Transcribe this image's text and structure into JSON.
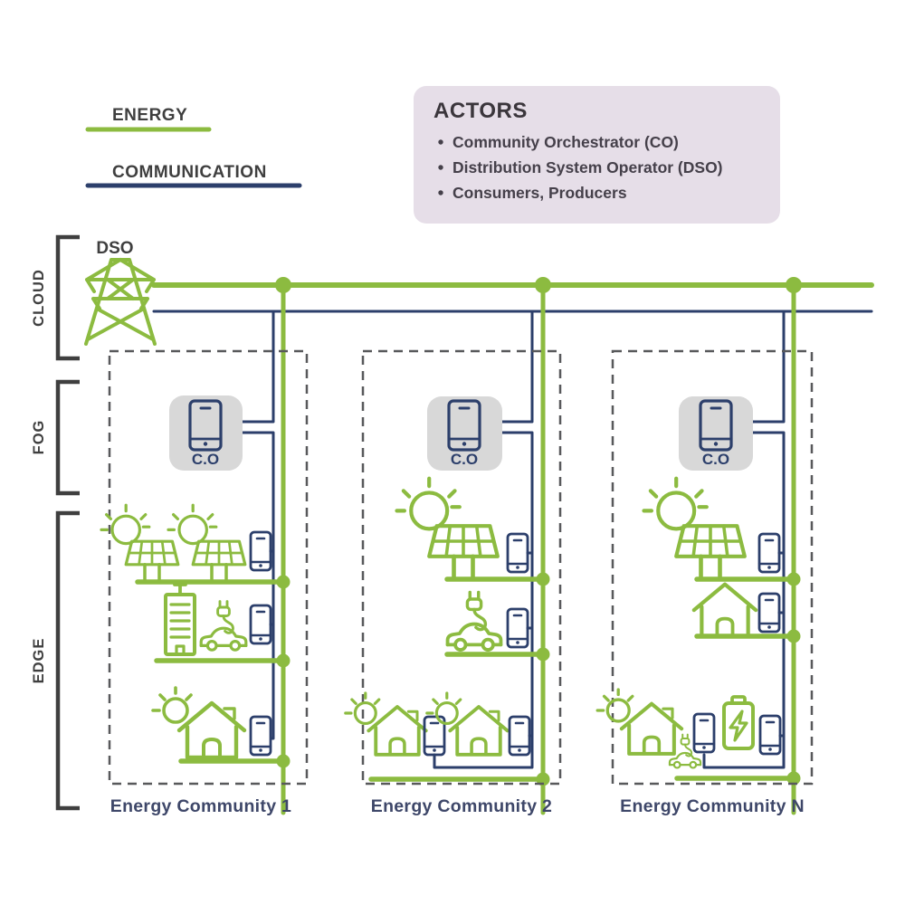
{
  "legend": {
    "energy_label": "ENERGY",
    "communication_label": "COMMUNICATION"
  },
  "actors_panel": {
    "title": "ACTORS",
    "items": [
      "Community Orchestrator (CO)",
      "Distribution System Operator (DSO)",
      "Consumers, Producers"
    ]
  },
  "layer_labels": {
    "cloud": "CLOUD",
    "fog": "FOG",
    "edge": "EDGE"
  },
  "grid_operator": {
    "label": "DSO",
    "icon": "transmission-pylon"
  },
  "communities": [
    {
      "label": "Energy Community 1",
      "co_label": "C.O",
      "devices": [
        "solar-panel",
        "solar-panel",
        "smartphone",
        "office-building",
        "electric-vehicle",
        "smartphone",
        "house-with-sun",
        "smartphone"
      ]
    },
    {
      "label": "Energy Community 2",
      "co_label": "C.O",
      "devices": [
        "solar-panel",
        "smartphone",
        "electric-vehicle",
        "smartphone",
        "house-with-sun",
        "smartphone",
        "house-with-sun",
        "smartphone"
      ]
    },
    {
      "label": "Energy Community N",
      "co_label": "C.O",
      "devices": [
        "solar-panel",
        "smartphone",
        "house",
        "smartphone",
        "house-with-sun",
        "electric-vehicle",
        "smartphone",
        "battery-storage",
        "smartphone"
      ]
    }
  ],
  "colors": {
    "energy_green": "#8CBB40",
    "communication_navy": "#2C3F6B",
    "actors_panel_bg": "#E6DEE8",
    "co_box_bg": "#D8D8D8",
    "label_dark": "#3F3F3F",
    "community_label": "#3E4769",
    "dashed_border": "#58595B"
  }
}
